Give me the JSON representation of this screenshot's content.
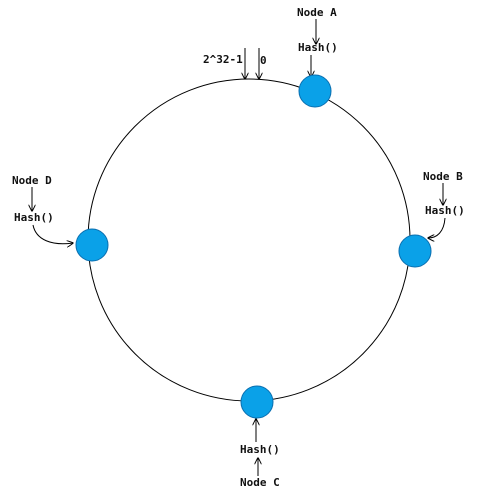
{
  "colors": {
    "node_fill": "#0aa1e8",
    "line": "#000000",
    "text": "#111111",
    "background": "#ffffff"
  },
  "ring": {
    "max_label": "2^32-1",
    "zero_label": "0"
  },
  "nodes": [
    {
      "id": "a",
      "name": "Node A",
      "hash_label": "Hash()"
    },
    {
      "id": "b",
      "name": "Node B",
      "hash_label": "Hash()"
    },
    {
      "id": "c",
      "name": "Node C",
      "hash_label": "Hash()"
    },
    {
      "id": "d",
      "name": "Node D",
      "hash_label": "Hash()"
    }
  ]
}
